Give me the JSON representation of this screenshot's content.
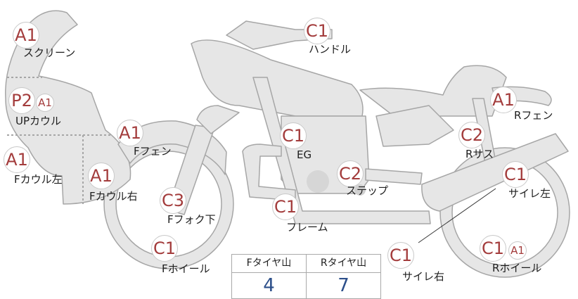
{
  "parts": [
    {
      "id": "screen",
      "label": "スクリーン",
      "grades": [
        "A1"
      ]
    },
    {
      "id": "up_cowl",
      "label": "UPカウル",
      "grades": [
        "P2",
        "A1"
      ]
    },
    {
      "id": "f_cowl_l",
      "label": "Fカウル左",
      "grades": [
        "A1"
      ]
    },
    {
      "id": "f_fender",
      "label": "Fフェン",
      "grades": [
        "A1"
      ]
    },
    {
      "id": "f_cowl_r",
      "label": "Fカウル右",
      "grades": [
        "A1"
      ]
    },
    {
      "id": "f_fork",
      "label": "Fフォク下",
      "grades": [
        "C3"
      ]
    },
    {
      "id": "f_wheel",
      "label": "Fホイール",
      "grades": [
        "C1"
      ]
    },
    {
      "id": "handle",
      "label": "ハンドル",
      "grades": [
        "C1"
      ]
    },
    {
      "id": "engine",
      "label": "EG",
      "grades": [
        "C1"
      ]
    },
    {
      "id": "frame",
      "label": "フレーム",
      "grades": [
        "C1"
      ]
    },
    {
      "id": "step",
      "label": "ステップ",
      "grades": [
        "C2"
      ]
    },
    {
      "id": "r_fender",
      "label": "Rフェン",
      "grades": [
        "A1"
      ]
    },
    {
      "id": "r_sus",
      "label": "Rサス",
      "grades": [
        "C2"
      ]
    },
    {
      "id": "muffler_l",
      "label": "サイレ左",
      "grades": [
        "C1"
      ]
    },
    {
      "id": "muffler_r",
      "label": "サイレ右",
      "grades": [
        "C1"
      ]
    },
    {
      "id": "r_wheel",
      "label": "Rホイール",
      "grades": [
        "C1",
        "A1"
      ]
    }
  ],
  "tread": {
    "front_label": "Fタイヤ山",
    "front_value": "4",
    "rear_label": "Rタイヤ山",
    "rear_value": "7"
  },
  "colors": {
    "body_fill": "#e6e6e6",
    "body_stroke": "#a6a6a6",
    "grade_text": "#a33c3c",
    "badge_border": "#c9c9c9",
    "value_text": "#2c4f8a"
  }
}
